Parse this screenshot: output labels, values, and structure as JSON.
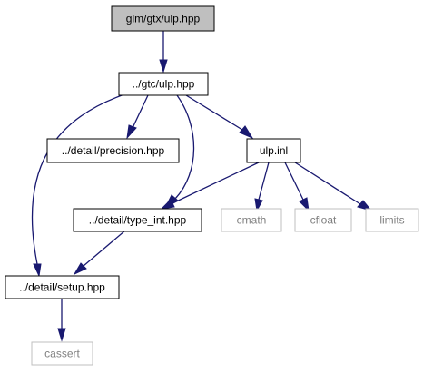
{
  "colors": {
    "root_fill": "#bfbfbf",
    "node_fill": "#ffffff",
    "node_border": "#000000",
    "external_border": "#bfbfbf",
    "external_text": "#7f7f7f",
    "edge": "#191970"
  },
  "nodes": [
    {
      "id": "n_glm_gtx_ulp_hpp",
      "label": "glm/gtx/ulp.hpp",
      "kind": "root"
    },
    {
      "id": "n_gtc_ulp_hpp",
      "label": "../gtc/ulp.hpp",
      "kind": "internal"
    },
    {
      "id": "n_precision_hpp",
      "label": "../detail/precision.hpp",
      "kind": "internal"
    },
    {
      "id": "n_ulp_inl",
      "label": "ulp.inl",
      "kind": "internal"
    },
    {
      "id": "n_type_int_hpp",
      "label": "../detail/type_int.hpp",
      "kind": "internal"
    },
    {
      "id": "n_cmath",
      "label": "cmath",
      "kind": "external"
    },
    {
      "id": "n_cfloat",
      "label": "cfloat",
      "kind": "external"
    },
    {
      "id": "n_limits",
      "label": "limits",
      "kind": "external"
    },
    {
      "id": "n_setup_hpp",
      "label": "../detail/setup.hpp",
      "kind": "internal"
    },
    {
      "id": "n_cassert",
      "label": "cassert",
      "kind": "external"
    }
  ],
  "edges": [
    {
      "from": "n_glm_gtx_ulp_hpp",
      "to": "n_gtc_ulp_hpp"
    },
    {
      "from": "n_gtc_ulp_hpp",
      "to": "n_precision_hpp"
    },
    {
      "from": "n_gtc_ulp_hpp",
      "to": "n_ulp_inl"
    },
    {
      "from": "n_gtc_ulp_hpp",
      "to": "n_type_int_hpp"
    },
    {
      "from": "n_gtc_ulp_hpp",
      "to": "n_setup_hpp"
    },
    {
      "from": "n_ulp_inl",
      "to": "n_type_int_hpp"
    },
    {
      "from": "n_ulp_inl",
      "to": "n_cmath"
    },
    {
      "from": "n_ulp_inl",
      "to": "n_cfloat"
    },
    {
      "from": "n_ulp_inl",
      "to": "n_limits"
    },
    {
      "from": "n_type_int_hpp",
      "to": "n_setup_hpp"
    },
    {
      "from": "n_setup_hpp",
      "to": "n_cassert"
    }
  ]
}
